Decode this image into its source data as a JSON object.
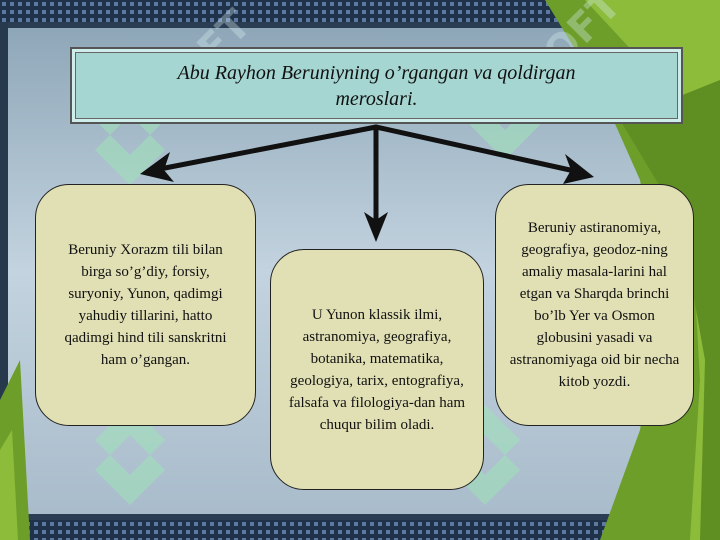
{
  "title": "Abu Rayhon Beruniyning o’rgangan va qoldirgan meroslari.",
  "cards": [
    {
      "text": "Beruniy Xorazm tili bilan birga so’g’diy, forsiy, suryoniy, Yunon, qadimgi yahudiy tillarini, hatto qadimgi hind tili sanskritni ham o’gangan."
    },
    {
      "text": "U Yunon klassik ilmi, astranomiya, geografiya, botanika, matematika, geologiya, tarix, entografiya, falsafa va filologiya-dan ham chuqur bilim oladi."
    },
    {
      "text": "Beruniy astiranomiya, geografiya, geodoz-ning amaliy masala-larini hal etgan va Sharqda brinchi bo’lb Yer va Osmon globusini yasadi va astranomiyaga oid bir necha kitob yozdi."
    }
  ],
  "watermark": "SOFT",
  "colors": {
    "title_bg": "#a5d6d2",
    "card_bg": "#e1e0b4",
    "slide_bg": "#b7cbd8",
    "accent_green": "#7fae2e"
  }
}
